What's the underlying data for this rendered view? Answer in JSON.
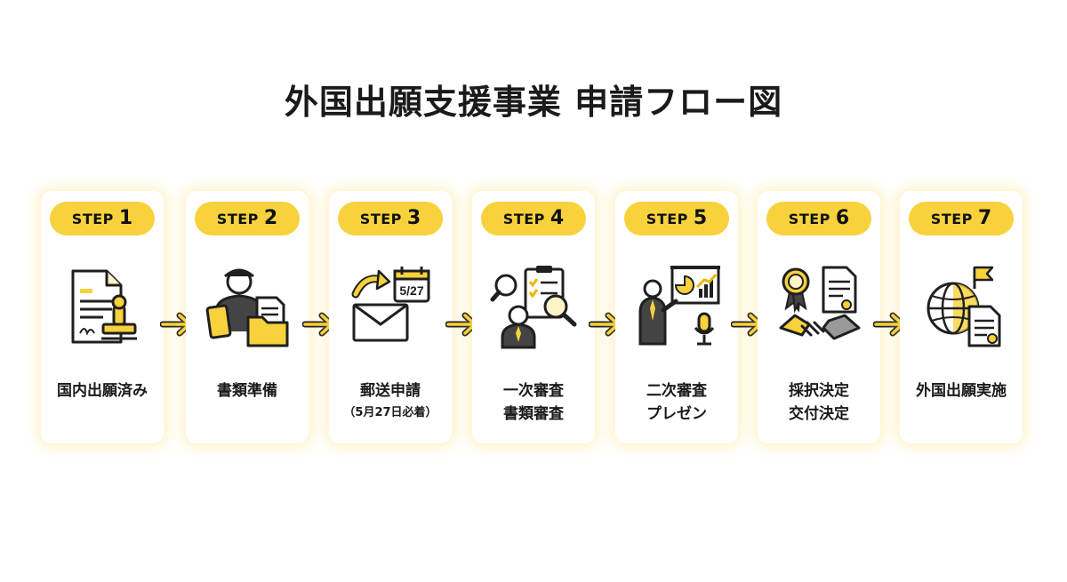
{
  "title": "外国出願支援事業 申請フロー図",
  "colors": {
    "accent": "#f7d23c",
    "ink": "#1f1f1f",
    "gold": "#e9b800",
    "panel": "#fff4c8"
  },
  "steps": [
    {
      "word": "STEP",
      "num": "1",
      "line1": "国内出願済み",
      "line2": "",
      "icon": "patent-document-stamp-icon"
    },
    {
      "word": "STEP",
      "num": "2",
      "line1": "書類準備",
      "line2": "",
      "icon": "person-documents-folder-icon"
    },
    {
      "word": "STEP",
      "num": "3",
      "line1": "郵送申請",
      "line2": "（5月27日必着）",
      "icon": "mail-calendar-icon",
      "calendar_date": "5/27"
    },
    {
      "word": "STEP",
      "num": "4",
      "line1": "一次審査",
      "line2": "書類審査",
      "icon": "document-review-magnifier-icon"
    },
    {
      "word": "STEP",
      "num": "5",
      "line1": "二次審査",
      "line2": "プレゼン",
      "icon": "presentation-speaker-icon"
    },
    {
      "word": "STEP",
      "num": "6",
      "line1": "採択決定",
      "line2": "交付決定",
      "icon": "award-handshake-icon"
    },
    {
      "word": "STEP",
      "num": "7",
      "line1": "外国出願実施",
      "line2": "",
      "icon": "globe-flag-document-icon"
    }
  ]
}
